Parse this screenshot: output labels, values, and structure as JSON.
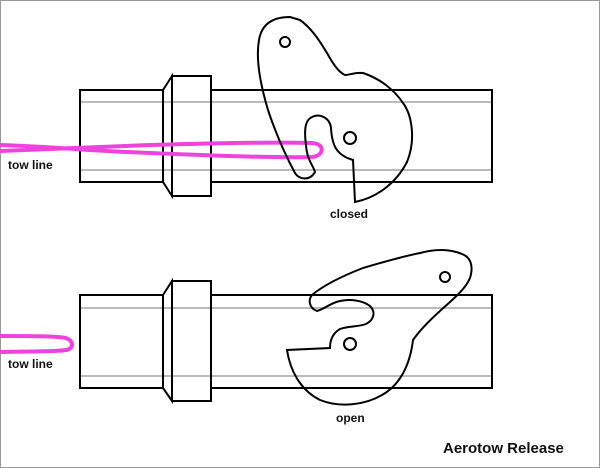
{
  "title": "Aerotow Release",
  "closed_panel": {
    "tow_label": "tow line",
    "state_label": "closed"
  },
  "open_panel": {
    "tow_label": "tow line",
    "state_label": "open"
  },
  "colors": {
    "tow_line": "#ee44dd",
    "outline": "#000000",
    "guide": "#bbbbbb",
    "border": "#999999"
  }
}
